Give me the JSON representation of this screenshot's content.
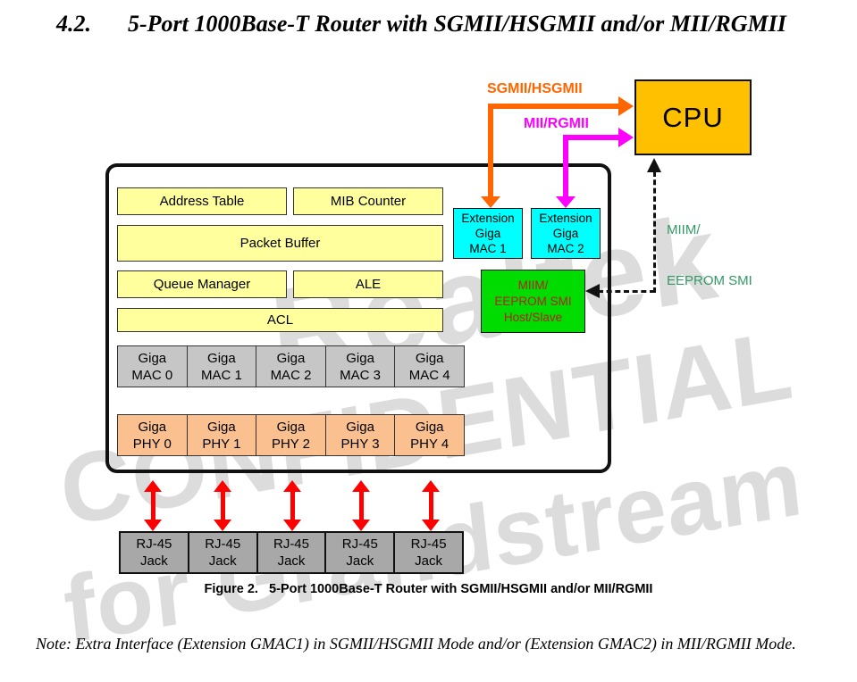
{
  "page": {
    "section_number": "4.2.",
    "section_title": "5-Port 1000Base-T Router with SGMII/HSGMII and/or MII/RGMII",
    "figure_caption": "Figure 2.   5-Port 1000Base-T Router with SGMII/HSGMII and/or MII/RGMII",
    "note": "Note: Extra Interface (Extension GMAC1) in SGMII/HSGMII Mode and/or (Extension GMAC2) in MII/RGMII Mode."
  },
  "watermark": {
    "lines": [
      "Realtek",
      "CONFIDENTIAL",
      "for Grandstream"
    ],
    "color": "#dcdcdc"
  },
  "diagram": {
    "cpu": "CPU",
    "labels": {
      "sgmii": "SGMII/HSGMII",
      "mii": "MII/RGMII",
      "smi": [
        "MIIM/",
        "EEPROM SMI"
      ]
    },
    "yellow_blocks": {
      "address_table": "Address Table",
      "mib_counter": "MIB Counter",
      "packet_buffer": "Packet Buffer",
      "queue_manager": "Queue Manager",
      "ale": "ALE",
      "acl": "ACL"
    },
    "extension_mac1": [
      "Extension",
      "Giga",
      "MAC 1"
    ],
    "extension_mac2": [
      "Extension",
      "Giga",
      "MAC 2"
    ],
    "miim_box": [
      "MIIM/",
      "EEPROM SMI",
      "Host/Slave"
    ],
    "mac_cells": [
      [
        "Giga",
        "MAC 0"
      ],
      [
        "Giga",
        "MAC 1"
      ],
      [
        "Giga",
        "MAC 2"
      ],
      [
        "Giga",
        "MAC 3"
      ],
      [
        "Giga",
        "MAC 4"
      ]
    ],
    "phy_cells": [
      [
        "Giga",
        "PHY 0"
      ],
      [
        "Giga",
        "PHY 1"
      ],
      [
        "Giga",
        "PHY 2"
      ],
      [
        "Giga",
        "PHY 3"
      ],
      [
        "Giga",
        "PHY 4"
      ]
    ],
    "jack_cells": [
      [
        "RJ-45",
        "Jack"
      ],
      [
        "RJ-45",
        "Jack"
      ],
      [
        "RJ-45",
        "Jack"
      ],
      [
        "RJ-45",
        "Jack"
      ],
      [
        "RJ-45",
        "Jack"
      ]
    ],
    "colors": {
      "cpu_fill": "#ffc000",
      "yellow_fill": "#ffff9e",
      "cyan_fill": "#00ffff",
      "green_fill": "#00db00",
      "green_box_text": "#b22222",
      "mac_gray": "#c6c6c6",
      "phy_peach": "#fac090",
      "jack_gray": "#a8a8a8",
      "sgmii_orange": "#ff6600",
      "mii_magenta": "#ff00ff",
      "link_red": "#ff0000",
      "smi_label_green": "#339966",
      "watermark_gray": "#dcdcdc"
    }
  }
}
